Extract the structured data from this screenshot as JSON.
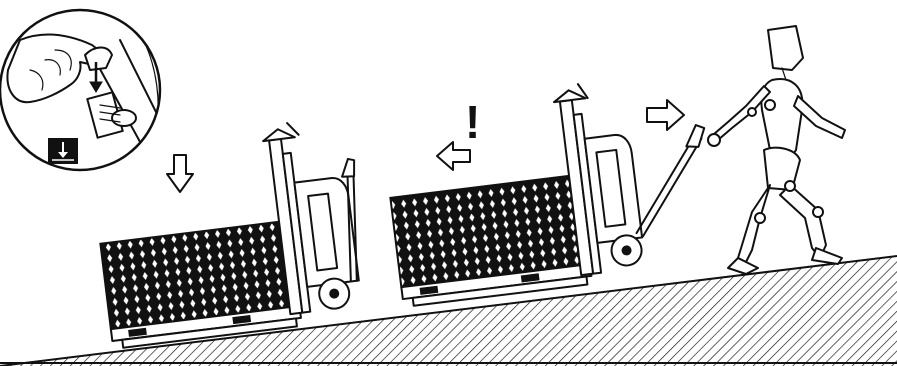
{
  "illustration": {
    "warning_symbol": "!",
    "colors": {
      "ink": "#111111",
      "background": "#ffffff"
    },
    "icons": [
      "lower-forks-detail-inset",
      "lower-forks-symbol-icon",
      "arrow-down-icon",
      "arrow-left-icon",
      "arrow-right-icon",
      "walking-operator-figure",
      "pallet-truck-with-load",
      "ramp-slope"
    ]
  }
}
